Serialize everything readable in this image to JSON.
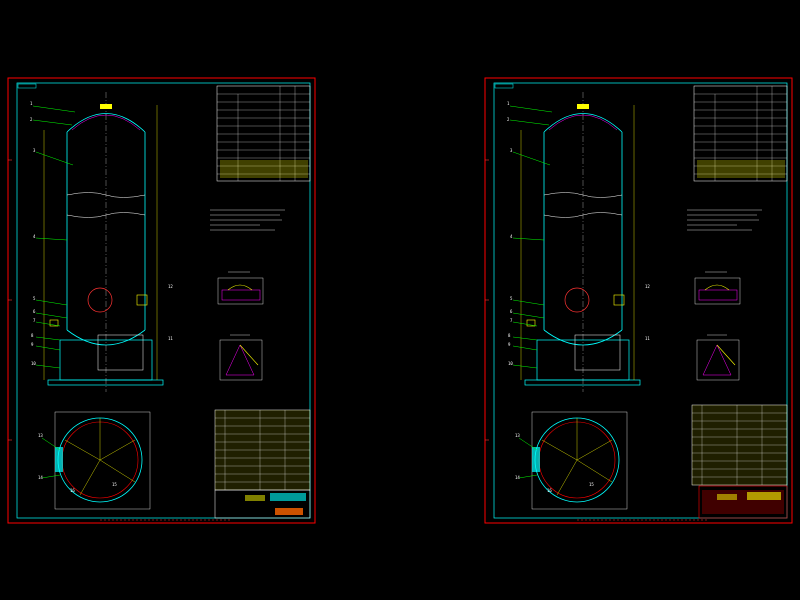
{
  "colors": {
    "background": "#000000",
    "frame": "#ff0000",
    "border": "#00ffff",
    "vessel": "#00ffff",
    "leader": "#00ff00",
    "dimension": "#ffff00",
    "text": "#ffffff",
    "hatch": "#ff00ff",
    "ruler": "#ff3333"
  },
  "sheets": [
    {
      "id": "left",
      "part_numbers": [
        "1",
        "2",
        "3",
        "4",
        "5",
        "6",
        "7",
        "8",
        "9",
        "10",
        "11",
        "12"
      ],
      "plan_numbers": [
        "13",
        "14",
        "15",
        "16"
      ]
    },
    {
      "id": "right",
      "part_numbers": [
        "1",
        "2",
        "3",
        "4",
        "5",
        "6",
        "7",
        "8",
        "9",
        "10",
        "11",
        "12"
      ],
      "plan_numbers": [
        "13",
        "14",
        "15",
        "16"
      ]
    }
  ]
}
